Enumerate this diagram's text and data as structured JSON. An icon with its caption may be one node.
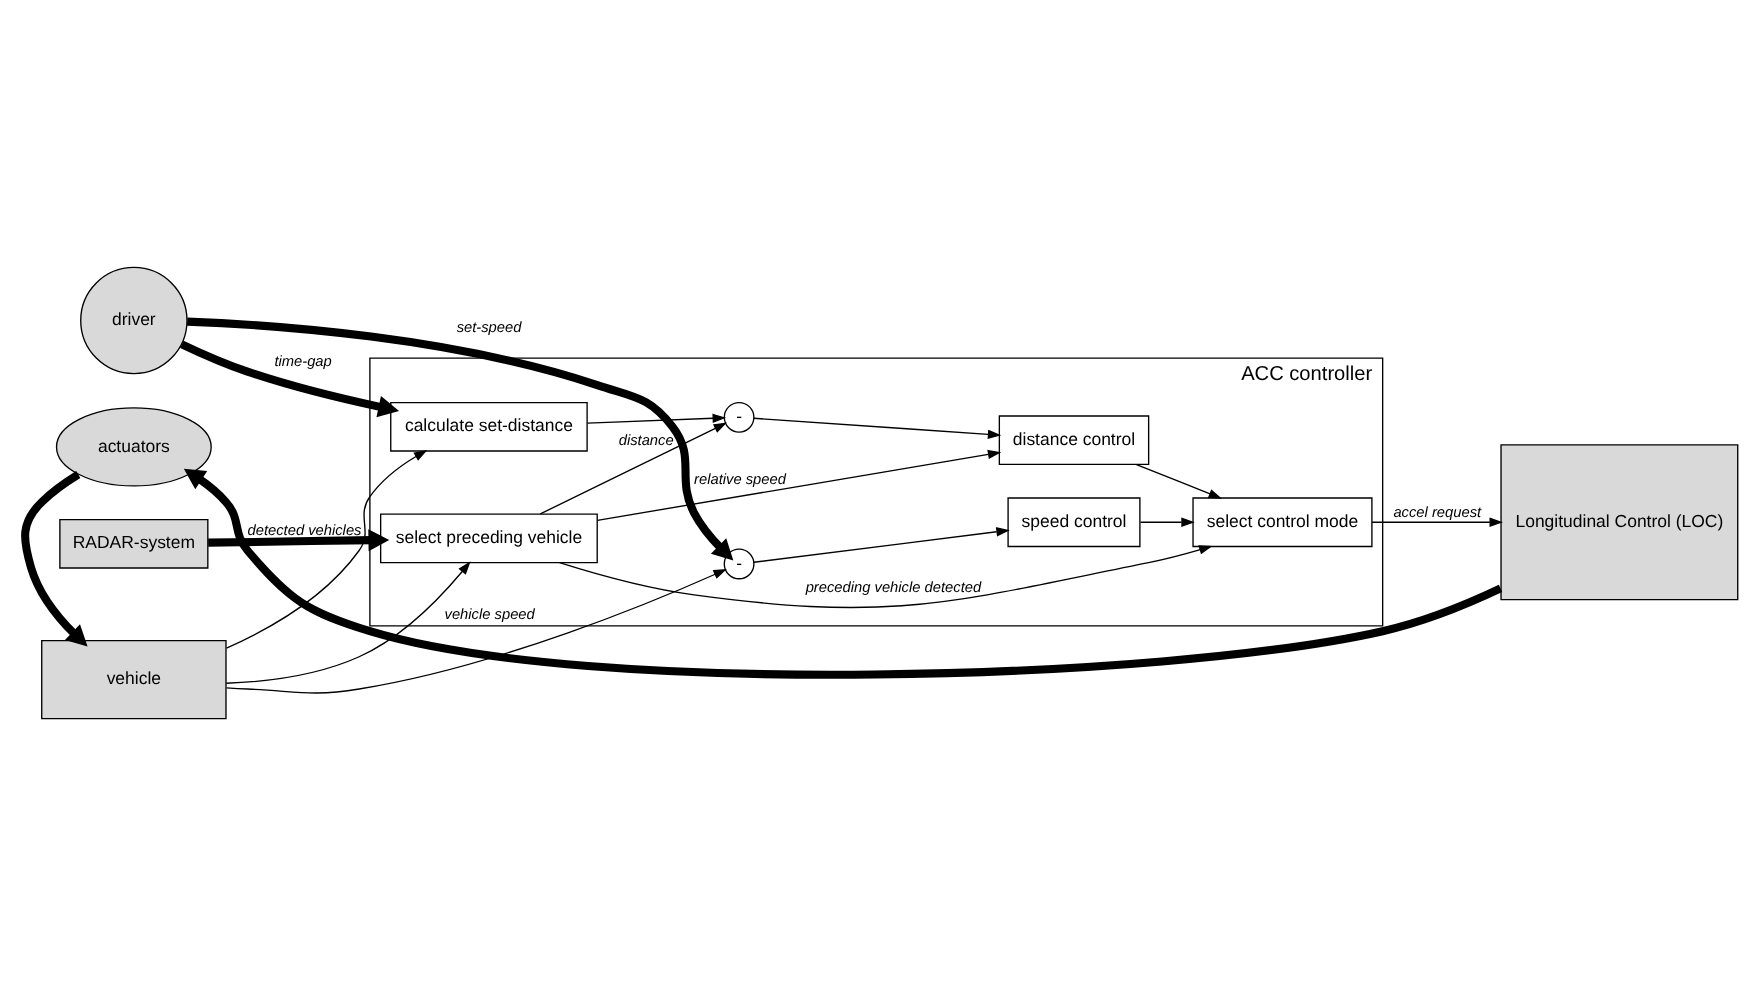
{
  "diagram": {
    "nodes": [
      {
        "text": [
          "vehicle"
        ]
      },
      {
        "text": [
          "actuators"
        ]
      },
      {
        "text": [
          "ACC controller"
        ]
      },
      {
        "text": [
          "-"
        ],
        "in": 2
      },
      {
        "text": [
          "speed control"
        ],
        "in": 2
      },
      {
        "text": [
          "driver"
        ]
      },
      {
        "text": [
          "calculate set-distance"
        ],
        "in": 2
      },
      {
        "text": [
          "select control mode"
        ],
        "in": 2
      },
      {
        "text": [
          "-"
        ],
        "in": 2
      },
      {
        "text": [
          "distance control"
        ],
        "in": 2
      },
      {
        "text": [
          "Longitudinal Control (LOC)"
        ]
      },
      {
        "text": [
          "RADAR-system"
        ]
      },
      {
        "text": [
          "select preceding vehicle"
        ],
        "in": 2
      }
    ],
    "edges": [
      {
        "from": 1,
        "to": 0,
        "arrow": "to",
        "style": "thick"
      },
      {
        "from": 10,
        "to": 1,
        "arrow": "to",
        "style": "thick"
      },
      {
        "from": 0,
        "to": 3,
        "arrow": "to",
        "label": "vehicle speed"
      },
      {
        "from": 0,
        "to": 6,
        "arrow": "to"
      },
      {
        "from": 0,
        "to": 12,
        "arrow": "to"
      },
      {
        "from": 5,
        "to": 3,
        "arrow": "to",
        "label": "set-speed",
        "style": "thick"
      },
      {
        "from": 5,
        "to": 6,
        "arrow": "to",
        "label": "time-gap",
        "style": "thick"
      },
      {
        "from": 3,
        "to": 4,
        "arrow": "to"
      },
      {
        "from": 4,
        "to": 7,
        "arrow": "to"
      },
      {
        "from": 6,
        "to": 8,
        "arrow": "to"
      },
      {
        "from": 8,
        "to": 9,
        "arrow": "to"
      },
      {
        "from": 9,
        "to": 7,
        "arrow": "to"
      },
      {
        "from": 7,
        "to": 10,
        "arrow": "to",
        "label": "accel request"
      },
      {
        "from": 11,
        "to": 12,
        "arrow": "to",
        "label": "detected vehicles",
        "style": "thick"
      },
      {
        "from": 12,
        "to": 8,
        "arrow": "to",
        "label": "distance"
      },
      {
        "from": 12,
        "to": 9,
        "arrow": "to",
        "label": "relative speed"
      },
      {
        "from": 12,
        "to": 7,
        "arrow": "to",
        "label": "preceding vehicle detected"
      }
    ]
  }
}
